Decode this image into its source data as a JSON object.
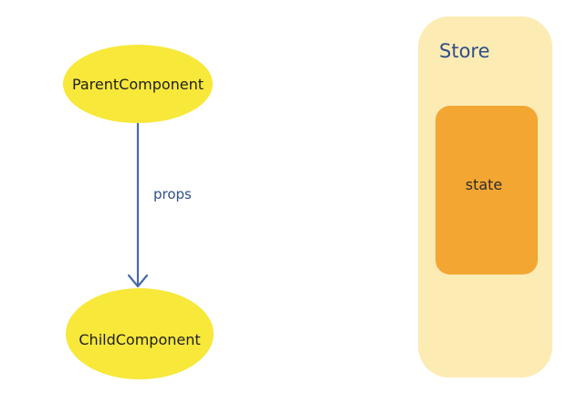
{
  "diagram": {
    "nodes": {
      "parent": {
        "label": "ParentComponent"
      },
      "child": {
        "label": "ChildComponent"
      }
    },
    "edge": {
      "label": "props"
    },
    "store": {
      "title": "Store",
      "state": {
        "label": "state"
      }
    }
  },
  "colors": {
    "node_fill": "#f7e83a",
    "edge_stroke": "#4a6aa3",
    "store_fill": "#fdebb4",
    "state_fill": "#f4a632",
    "text_blue": "#2f4f86"
  }
}
